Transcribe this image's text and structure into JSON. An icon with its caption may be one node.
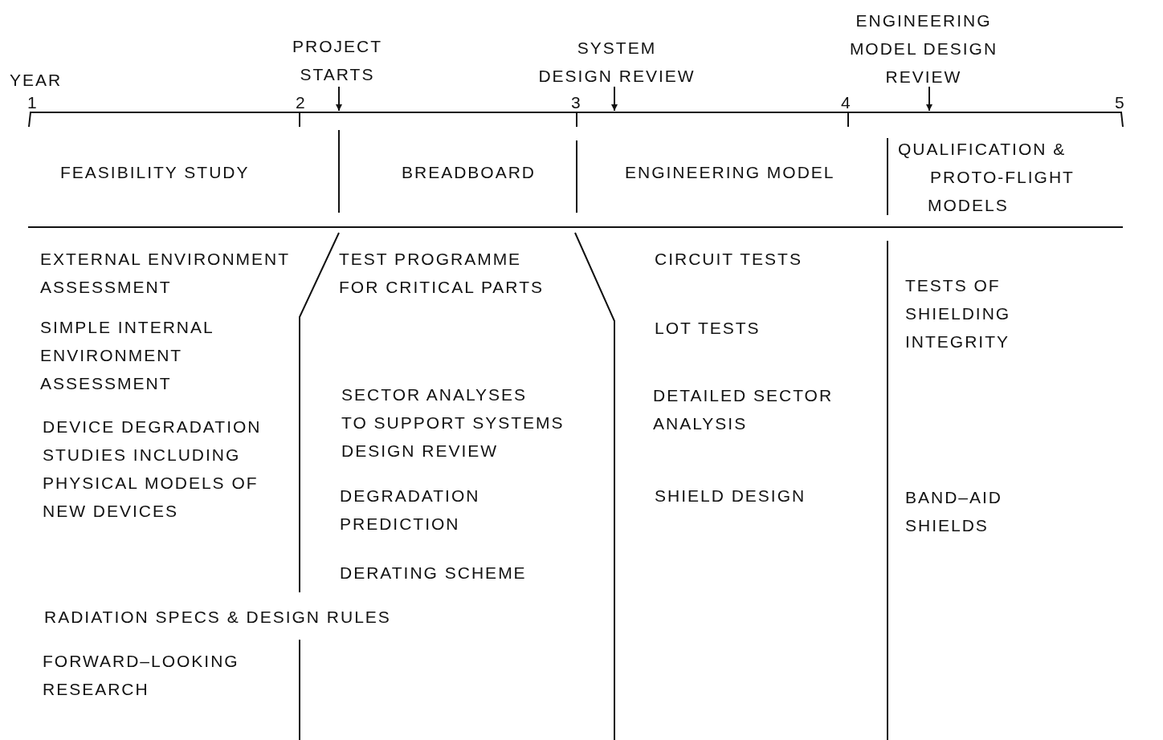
{
  "diagram": {
    "nodes": [
      {
        "text": [
          "PROJECT STARTS"
        ]
      },
      {
        "text": [
          "SYSTEM DESIGN REVIEW"
        ]
      },
      {
        "text": [
          "ENGINEERING MODEL DESIGN REVIEW"
        ]
      }
    ],
    "edges": [
      {
        "from": 0,
        "to": null,
        "arrow": "to"
      },
      {
        "from": 1,
        "to": null,
        "arrow": "to"
      },
      {
        "from": 2,
        "to": null,
        "arrow": "to"
      }
    ],
    "labels": [
      "YEAR",
      "1",
      "2",
      "3",
      "4",
      "5",
      "FEASIBILITY STUDY",
      "BREADBOARD",
      "ENGINEERING MODEL",
      "QUALIFICATION & PROTO-FLIGHT MODELS",
      "EXTERNAL ENVIRONMENT ASSESSMENT",
      "TEST PROGRAMME FOR CRITICAL PARTS",
      "CIRCUIT TESTS",
      "TESTS OF SHIELDING INTEGRITY",
      "SIMPLE INTERNAL ENVIRONMENT ASSESSMENT",
      "LOT TESTS",
      "SECTOR ANALYSES TO SUPPORT SYSTEMS DESIGN REVIEW",
      "DETAILED SECTOR ANALYSIS",
      "DEVICE DEGRADATION STUDIES INCLUDING PHYSICAL MODELS OF NEW DEVICES",
      "DEGRADATION PREDICTION",
      "SHIELD DESIGN",
      "BAND–AID SHIELDS",
      "DERATING SCHEME",
      "RADIATION SPECS & DESIGN RULES",
      "FORWARD–LOOKING RESEARCH"
    ]
  }
}
